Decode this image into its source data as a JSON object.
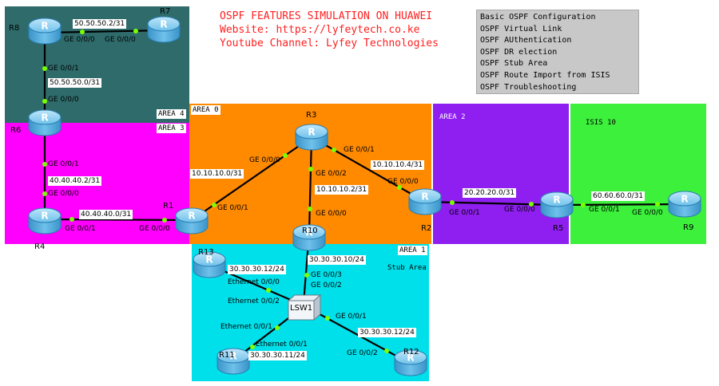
{
  "title": {
    "line1": "OSPF FEATURES SIMULATION ON HUAWEI",
    "line2": "Website: https://lyfeytech.co.ke",
    "line3": "Youtube Channel: Lyfey Technologies"
  },
  "features": [
    "Basic OSPF Configuration",
    "OSPF Virtual Link",
    "OSPF AUthentication",
    "OSPF DR election",
    "OSPF Stub Area",
    "OSPF Route Import from ISIS",
    "OSPF Troubleshooting"
  ],
  "areas": {
    "area4": "AREA 4",
    "area3": "AREA 3",
    "area0": "AREA 0",
    "area1": "AREA 1",
    "stub": "Stub Area",
    "area2": "AREA 2",
    "isis": "ISIS 10"
  },
  "colors": {
    "area4": "#2f6b6b",
    "area3": "#ff00ff",
    "area0": "#ff8a00",
    "area1": "#00e0ea",
    "area2": "#8f1ff0",
    "isis": "#3cf03c",
    "router": "#5bb3e0",
    "port": "#7cff00",
    "title": "#ff1f1f"
  },
  "devices": {
    "R1": "R1",
    "R2": "R2",
    "R3": "R3",
    "R4": "R4",
    "R5": "R5",
    "R6": "R6",
    "R7": "R7",
    "R8": "R8",
    "R9": "R9",
    "R10": "R10",
    "R11": "R11",
    "R12": "R12",
    "R13": "R13",
    "LSW1": "LSW1",
    "router_glyph": "R"
  },
  "ports": {
    "r8_r7_a": "GE 0/0/0",
    "r8_r7_b": "GE 0/0/0",
    "r8_down": "GE 0/0/1",
    "r6_up": "GE 0/0/0",
    "r6_down": "GE 0/0/1",
    "r4_up": "GE 0/0/0",
    "r4_r1": "GE 0/0/1",
    "r1_r4": "GE 0/0/0",
    "r1_r3": "GE 0/0/1",
    "r3_r1": "GE 0/0/0",
    "r3_r10": "GE 0/0/2",
    "r3_r2": "GE 0/0/1",
    "r2_r3": "GE 0/0/0",
    "r2_r5": "GE 0/0/1",
    "r5_r2": "GE 0/0/0",
    "r5_r9": "GE 0/0/1",
    "r9_r5": "GE 0/0/0",
    "r10_r3": "GE 0/0/0",
    "r10_sw": "GE 0/0/3",
    "sw_r10": "GE 0/0/2",
    "r13_sw": "Ethernet 0/0/0",
    "sw_r13": "Ethernet 0/0/2",
    "sw_r11": "Ethernet 0/0/1",
    "r11_sw": "Ethernet 0/0/1",
    "sw_r12": "GE 0/0/1",
    "r12_sw": "GE 0/0/2"
  },
  "ips": {
    "r7": "50.50.50.2/31",
    "r8_r6": "50.50.50.0/31",
    "r4": "40.40.40.2/31",
    "r4_r1": "40.40.40.0/31",
    "r1_r3": "10.10.10.0/31",
    "r3_r10": "10.10.10.2/31",
    "r3_r2": "10.10.10.4/31",
    "r2_r5": "20.20.20.0/31",
    "r5_r9": "60.60.60.0/31",
    "r13": "30.30.30.12/24",
    "r10": "30.30.30.10/24",
    "r12": "30.30.30.12/24",
    "r11": "30.30.30.11/24"
  }
}
